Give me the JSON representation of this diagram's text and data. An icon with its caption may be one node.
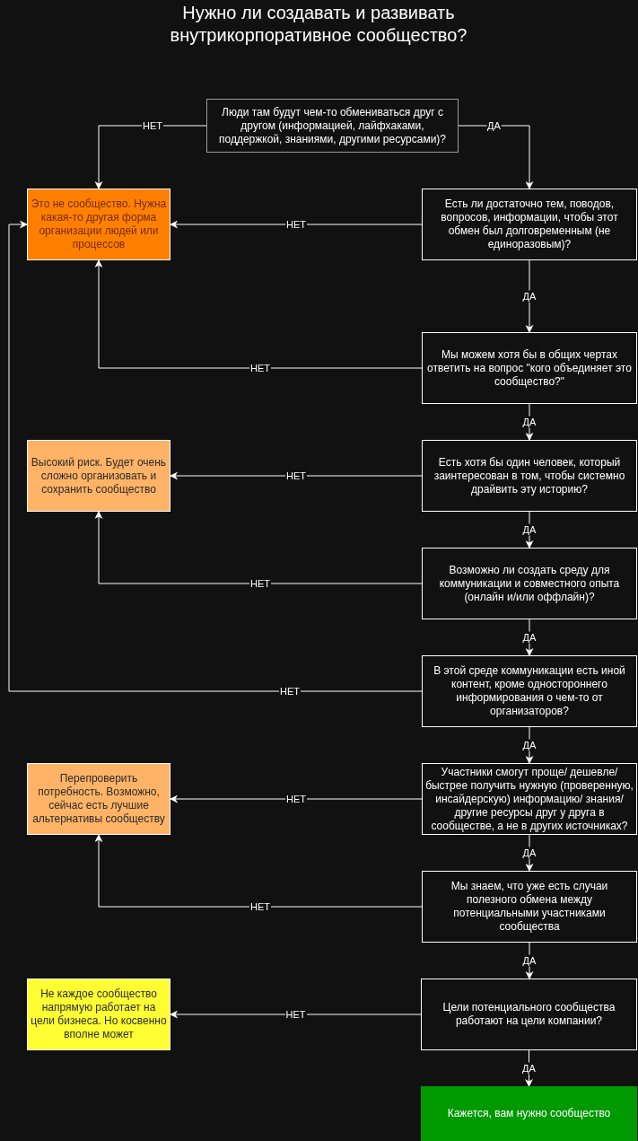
{
  "diagram": {
    "title": "Нужно ли создавать и развивать внутрикорпоративное сообщество?",
    "nodes": [
      {
        "text": [
          "Люди там будут чем-то обмениваться друг с другом (информацией, лайфхаками, поддержкой, знаниями, другими ресурсами)?"
        ]
      },
      {
        "text": [
          "Это не сообщество. Нужна какая-то другая форма организации людей или процессов"
        ]
      },
      {
        "text": [
          "Есть ли достаточно тем, поводов, вопросов, информации, чтобы этот обмен был долговременным (не единоразовым)?"
        ]
      },
      {
        "text": [
          "Мы можем хотя бы в общих чертах ответить на вопрос \"кого объединяет это сообщество?\""
        ]
      },
      {
        "text": [
          "Высокий риск. Будет очень сложно организовать и сохранить сообщество"
        ]
      },
      {
        "text": [
          "Есть хотя бы один человек, который заинтересован в том, чтобы системно драйвить эту историю?"
        ]
      },
      {
        "text": [
          "Возможно ли создать среду для коммуникации и совместного опыта (онлайн и/или оффлайн)?"
        ]
      },
      {
        "text": [
          "В этой среде коммуникации есть иной контент, кроме одностороннего информирования о чем-то от организаторов?"
        ]
      },
      {
        "text": [
          "Перепроверить потребность. Возможно, сейчас есть лучшие альтернативы сообществу"
        ]
      },
      {
        "text": [
          "Участники смогут проще/ дешевле/ быстрее получить нужную (проверенную, инсайдерскую) информацию/ знания/ другие ресурсы друг у друга в сообществе, а не в других источниках?"
        ]
      },
      {
        "text": [
          "Мы знаем, что уже есть случаи полезного обмена между потенциальными участниками сообщества"
        ]
      },
      {
        "text": [
          "Не каждое сообщество напрямую работает на цели бизнеса. Но косвенно вполне может"
        ]
      },
      {
        "text": [
          "Цели потенциального сообщества работают на цели компании?"
        ]
      },
      {
        "text": [
          "Кажется, вам нужно сообщество"
        ]
      }
    ],
    "edges": [
      {
        "from": 0,
        "to": 1,
        "label": "НЕТ",
        "arrow": "to"
      },
      {
        "from": 0,
        "to": 2,
        "label": "ДА",
        "arrow": "to"
      },
      {
        "from": 2,
        "to": 1,
        "label": "НЕТ",
        "arrow": "to"
      },
      {
        "from": 2,
        "to": 3,
        "label": "ДА",
        "arrow": "to"
      },
      {
        "from": 3,
        "to": 1,
        "label": "НЕТ",
        "arrow": "to"
      },
      {
        "from": 3,
        "to": 5,
        "label": "ДА",
        "arrow": "to"
      },
      {
        "from": 5,
        "to": 4,
        "label": "НЕТ",
        "arrow": "to"
      },
      {
        "from": 5,
        "to": 6,
        "label": "ДА",
        "arrow": "to"
      },
      {
        "from": 6,
        "to": 4,
        "label": "НЕТ",
        "arrow": "to"
      },
      {
        "from": 6,
        "to": 7,
        "label": "ДА",
        "arrow": "to"
      },
      {
        "from": 7,
        "to": 1,
        "label": "НЕТ",
        "arrow": "to"
      },
      {
        "from": 7,
        "to": 9,
        "label": "ДА",
        "arrow": "to"
      },
      {
        "from": 9,
        "to": 8,
        "label": "НЕТ",
        "arrow": "to"
      },
      {
        "from": 9,
        "to": 10,
        "label": "ДА",
        "arrow": "to"
      },
      {
        "from": 10,
        "to": 8,
        "label": "НЕТ",
        "arrow": "to"
      },
      {
        "from": 10,
        "to": 12,
        "label": "ДА",
        "arrow": "to"
      },
      {
        "from": 12,
        "to": 11,
        "label": "НЕТ",
        "arrow": "to"
      },
      {
        "from": 12,
        "to": 13,
        "label": "ДА",
        "arrow": "to"
      }
    ]
  }
}
